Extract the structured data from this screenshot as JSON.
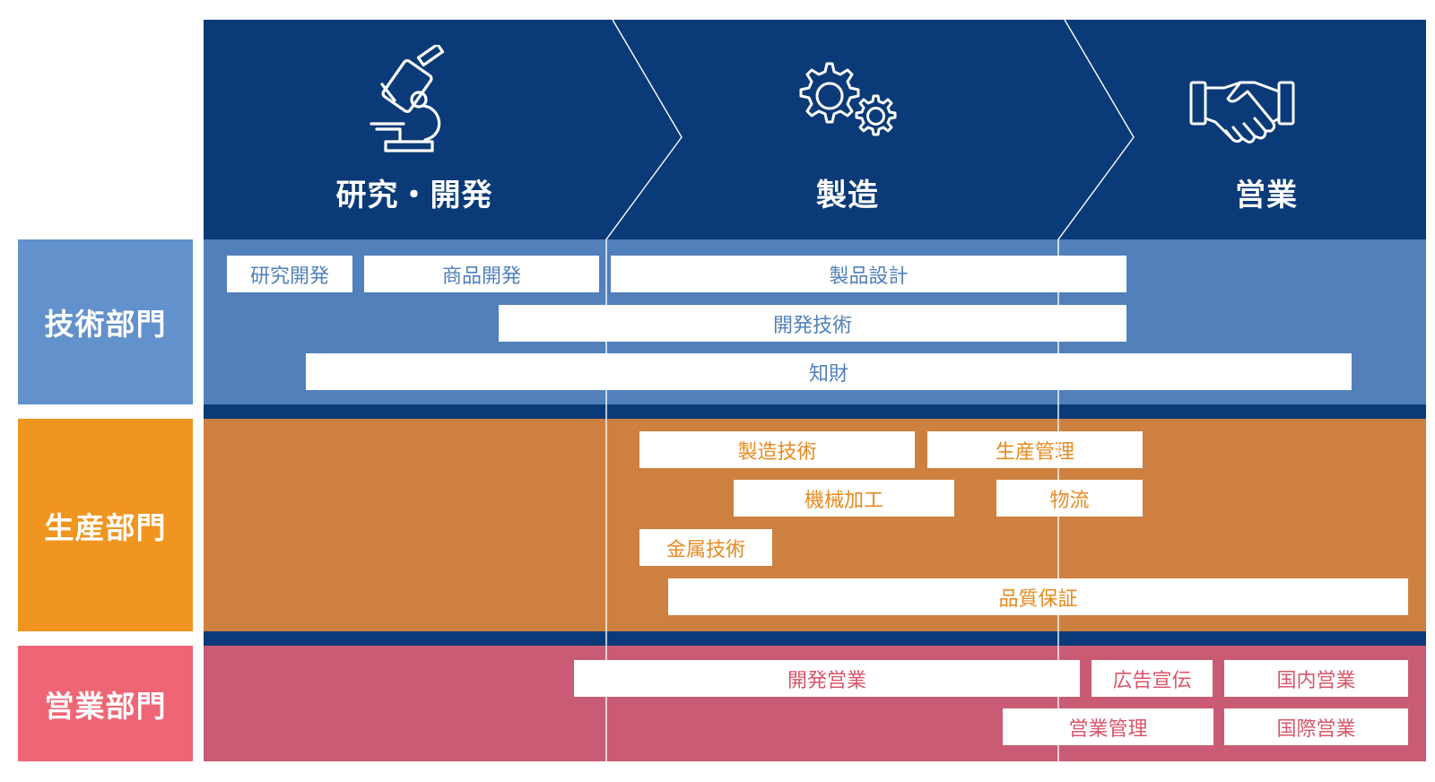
{
  "colors": {
    "header": "#0b3a78",
    "tech_band": "#5180bb",
    "tech_label": "#6391cc",
    "tech_text": "#5180bb",
    "prod_band": "#cd8040",
    "prod_label": "#f0951f",
    "prod_text": "#e88a1f",
    "sales_band": "#c95c74",
    "sales_label": "#ee6675",
    "sales_text": "#d85569",
    "separator": "#0b3a78"
  },
  "stages": [
    {
      "label": "研究・開発",
      "icon": "microscope-icon"
    },
    {
      "label": "製造",
      "icon": "gears-icon"
    },
    {
      "label": "営業",
      "icon": "handshake-icon"
    }
  ],
  "departments": [
    {
      "label": "技術部門",
      "tasks": [
        "研究開発",
        "商品開発",
        "製品設計",
        "開発技術",
        "知財"
      ]
    },
    {
      "label": "生産部門",
      "tasks": [
        "製造技術",
        "生産管理",
        "機械加工",
        "物流",
        "金属技術",
        "品質保証"
      ]
    },
    {
      "label": "営業部門",
      "tasks": [
        "開発営業",
        "広告宣伝",
        "国内営業",
        "営業管理",
        "国際営業"
      ]
    }
  ]
}
